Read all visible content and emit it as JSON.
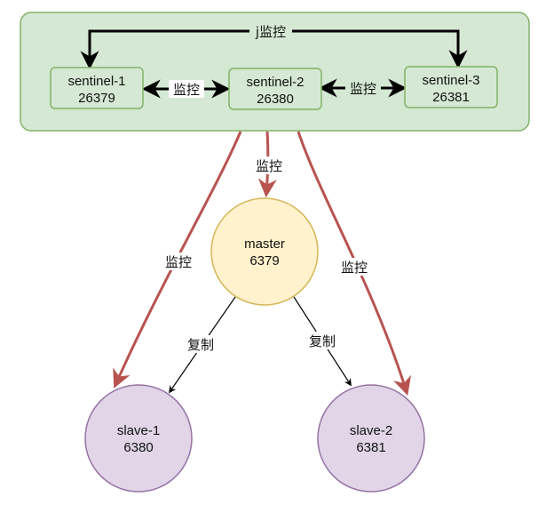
{
  "cluster": {
    "fill": "#d5e8d4",
    "stroke": "#82b366"
  },
  "sentinels": [
    {
      "name": "sentinel-1",
      "port": "26379"
    },
    {
      "name": "sentinel-2",
      "port": "26380"
    },
    {
      "name": "sentinel-3",
      "port": "26381"
    }
  ],
  "master": {
    "name": "master",
    "port": "6379",
    "fill": "#fff2cc",
    "stroke": "#d6b656"
  },
  "slaves": [
    {
      "name": "slave-1",
      "port": "6380"
    },
    {
      "name": "slave-2",
      "port": "6381"
    }
  ],
  "slave_style": {
    "fill": "#e1d5e7",
    "stroke": "#9673a6"
  },
  "edge_labels": {
    "top_loop": "j监控",
    "s1_s2": "监控",
    "s2_s3": "监控",
    "to_master": "监控",
    "to_slave1": "监控",
    "to_slave2": "监控",
    "replicate_1": "复制",
    "replicate_2": "复制"
  },
  "colors": {
    "monitor_edge": "#b85450",
    "black_edge": "#000000",
    "node_stroke": "#82b366"
  }
}
